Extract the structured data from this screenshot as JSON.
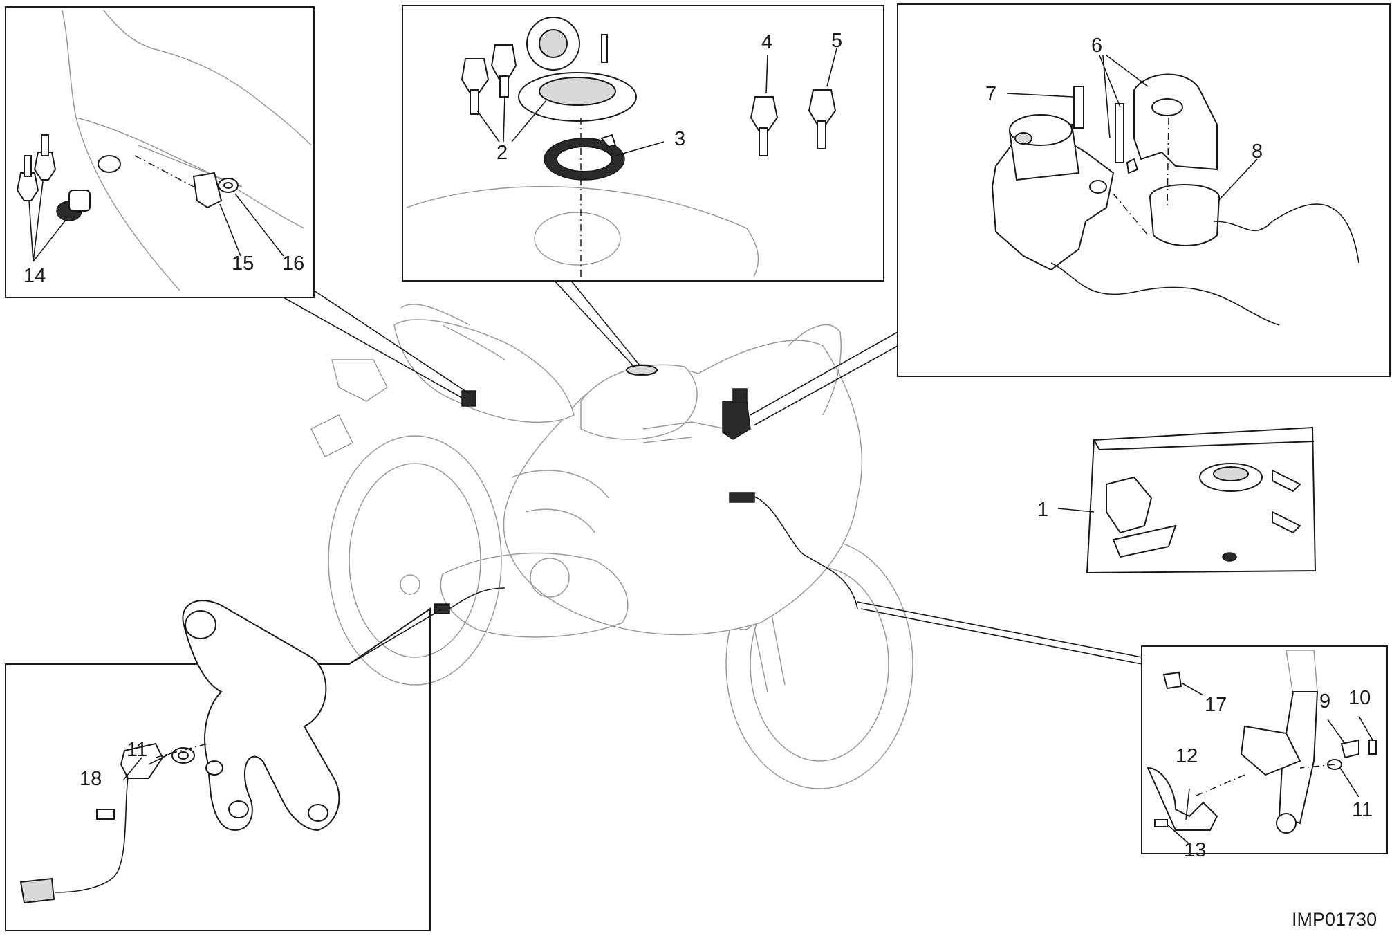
{
  "figure_code": "IMP01730",
  "callouts": {
    "c1": "1",
    "c2": "2",
    "c3": "3",
    "c4": "4",
    "c5": "5",
    "c6": "6",
    "c7": "7",
    "c8": "8",
    "c9": "9",
    "c10": "10",
    "c11a": "11",
    "c11b": "11",
    "c12": "12",
    "c13": "13",
    "c14": "14",
    "c15": "15",
    "c16": "16",
    "c17": "17",
    "c18": "18"
  },
  "colors": {
    "line": "#1a1a1a",
    "ghost_line": "#9a9a9a",
    "highlight_part": "#2a2a2a",
    "shaded_part": "#d9d9d9"
  }
}
